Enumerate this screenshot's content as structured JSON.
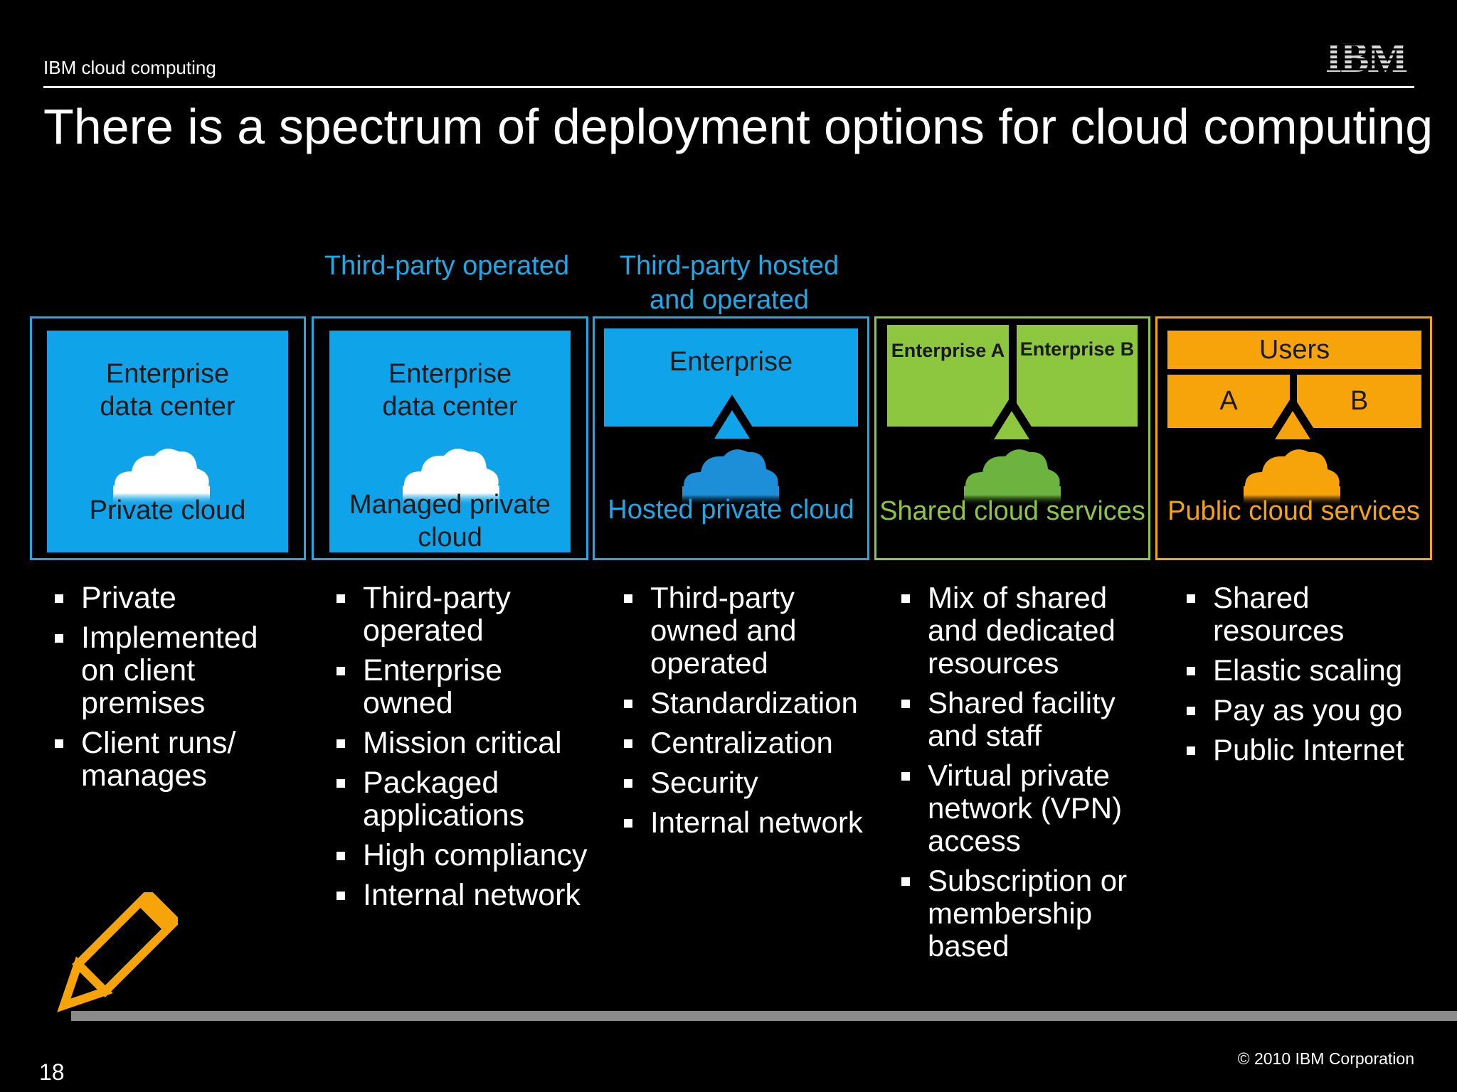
{
  "header": {
    "label": "IBM cloud computing",
    "logo_text": "IBM"
  },
  "title": "There is a spectrum of deployment options for cloud computing",
  "colors": {
    "blue": "#1fa8e6",
    "box_blue": "#0fa3ea",
    "green": "#8dc63f",
    "orange": "#f7a30a",
    "background": "#000000"
  },
  "columns": [
    {
      "top_label": "",
      "box_line1": "Enterprise",
      "box_line2": "data center",
      "caption": "Private cloud",
      "bullets": [
        "Private",
        "Implemented on client premises",
        "Client runs/ manages"
      ]
    },
    {
      "top_label": "Third-party operated",
      "box_line1": "Enterprise",
      "box_line2": "data center",
      "caption": "Managed private cloud",
      "bullets": [
        "Third-party operated",
        "Enterprise owned",
        "Mission critical",
        "Packaged applications",
        "High compliancy",
        "Internal network"
      ]
    },
    {
      "top_label": "Third-party hosted and operated",
      "box_label": "Enterprise",
      "caption": "Hosted private cloud",
      "bullets": [
        "Third-party owned and operated",
        "Standardization",
        "Centralization",
        "Security",
        "Internal network"
      ]
    },
    {
      "top_label": "",
      "box_a": "Enterprise A",
      "box_b": "Enterprise B",
      "caption": "Shared cloud services",
      "bullets": [
        "Mix of shared and dedicated resources",
        "Shared facility and staff",
        "Virtual private network (VPN) access",
        "Subscription or membership based"
      ]
    },
    {
      "top_label": "",
      "users": "Users",
      "a": "A",
      "b": "B",
      "caption": "Public cloud services",
      "bullets": [
        "Shared resources",
        "Elastic scaling",
        "Pay as you go",
        "Public Internet"
      ]
    }
  ],
  "footer": {
    "page_number": "18",
    "copyright": "© 2010 IBM Corporation"
  },
  "icons": [
    "ibm-logo-icon",
    "cloud-icon",
    "triangle-connector-icon",
    "pencil-icon"
  ]
}
